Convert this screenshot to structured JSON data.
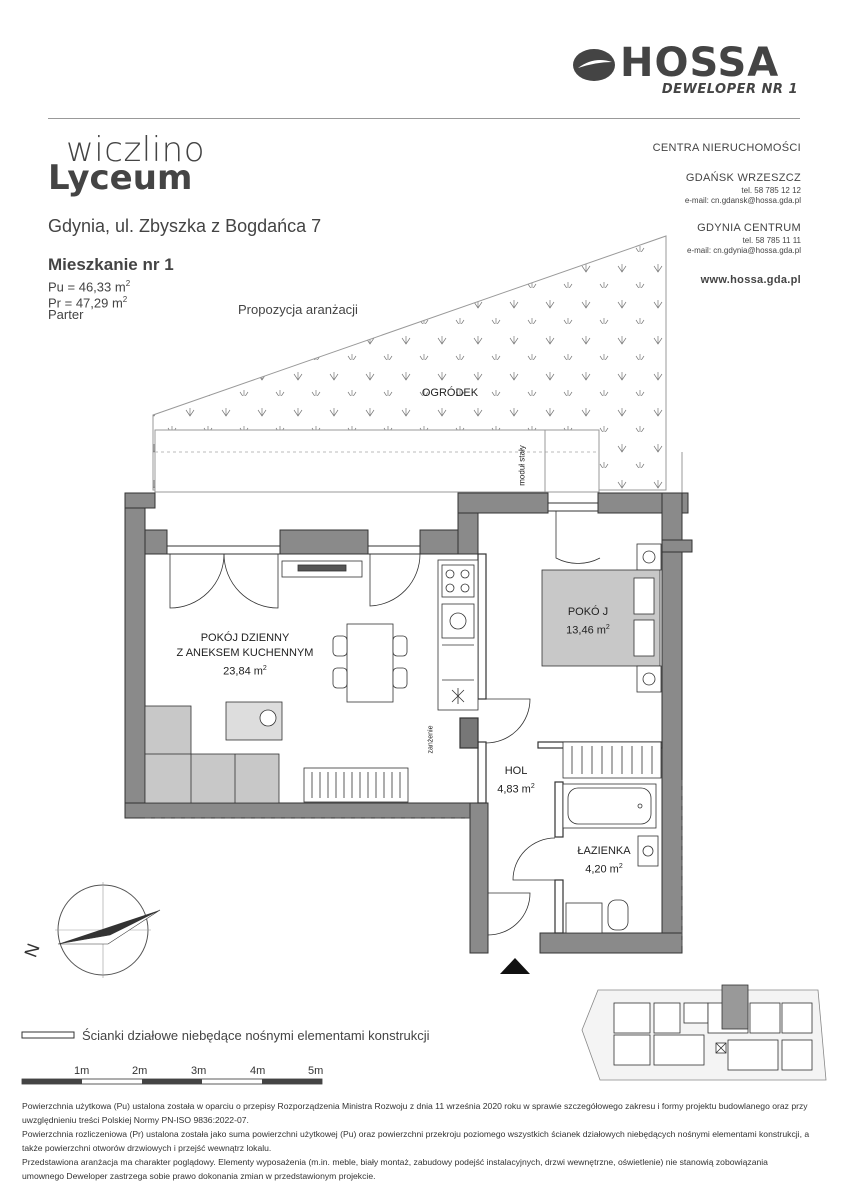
{
  "logo": {
    "name": "HOSSA",
    "tagline": "DEWELOPER NR 1"
  },
  "project": {
    "brand_top": "wiczlino",
    "brand_bottom": "Lyceum",
    "address": "Gdynia, ul. Zbyszka z Bogdańca 7"
  },
  "apartment": {
    "title": "Mieszkanie nr 1",
    "pu": "Pu = 46,33 m",
    "pr": "Pr = 47,29 m",
    "sup": "2",
    "floor": "Parter",
    "proposal": "Propozycja aranżacji"
  },
  "contact": {
    "header": "CENTRA NIERUCHOMOŚCI",
    "office1_name": "GDAŃSK WRZESZCZ",
    "office1_tel": "tel. 58 785 12 12",
    "office1_email": "e-mail: cn.gdansk@hossa.gda.pl",
    "office2_name": "GDYNIA CENTRUM",
    "office2_tel": "tel. 58 785 11 11",
    "office2_email": "e-mail: cn.gdynia@hossa.gda.pl",
    "website": "www.hossa.gda.pl"
  },
  "plan": {
    "garden": "OGRÓDEK",
    "module": "moduł stały",
    "living_l1": "POKÓJ DZIENNY",
    "living_l2": "Z ANEKSEM KUCHENNYM",
    "living_area": "23,84 m",
    "room_name": "POKÓ J",
    "room_area": "13,46 m",
    "hall_name": "HOL",
    "hall_area": "4,83 m",
    "bath_name": "ŁAZIENKA",
    "bath_area": "4,20 m",
    "sup": "2",
    "drainage": "zanżenie"
  },
  "compass": {
    "north": "N"
  },
  "legend": {
    "text": "Ścianki działowe niebędące nośnymi elementami konstrukcji"
  },
  "scale": {
    "labels": [
      "1m",
      "2m",
      "3m",
      "4m",
      "5m"
    ]
  },
  "footer": {
    "p1": "Powierzchnia użytkowa (Pu) ustalona została w oparciu o przepisy Rozporządzenia Ministra Rozwoju z dnia 11 września 2020 roku w sprawie szczegółowego zakresu i formy projektu budowlanego oraz przy uwzględnieniu treści Polskiej Normy PN-ISO 9836:2022-07.",
    "p2": "Powierzchnia rozliczeniowa (Pr) ustalona została jako suma powierzchni użytkowej (Pu) oraz powierzchni przekroju poziomego wszystkich ścianek działowych niebędących nośnymi elementami konstrukcji, a także powierzchni otworów drzwiowych i przejść wewnątrz lokalu.",
    "p3": "Przedstawiona aranżacja ma charakter poglądowy. Elementy wyposażenia (m.in. meble, biały montaż, zabudowy podejść instalacyjnych, drzwi wewnętrzne, oświetlenie) nie stanowią zobowiązania umownego Deweloper zastrzega sobie prawo dokonania zmian w przedstawionym projekcie."
  }
}
